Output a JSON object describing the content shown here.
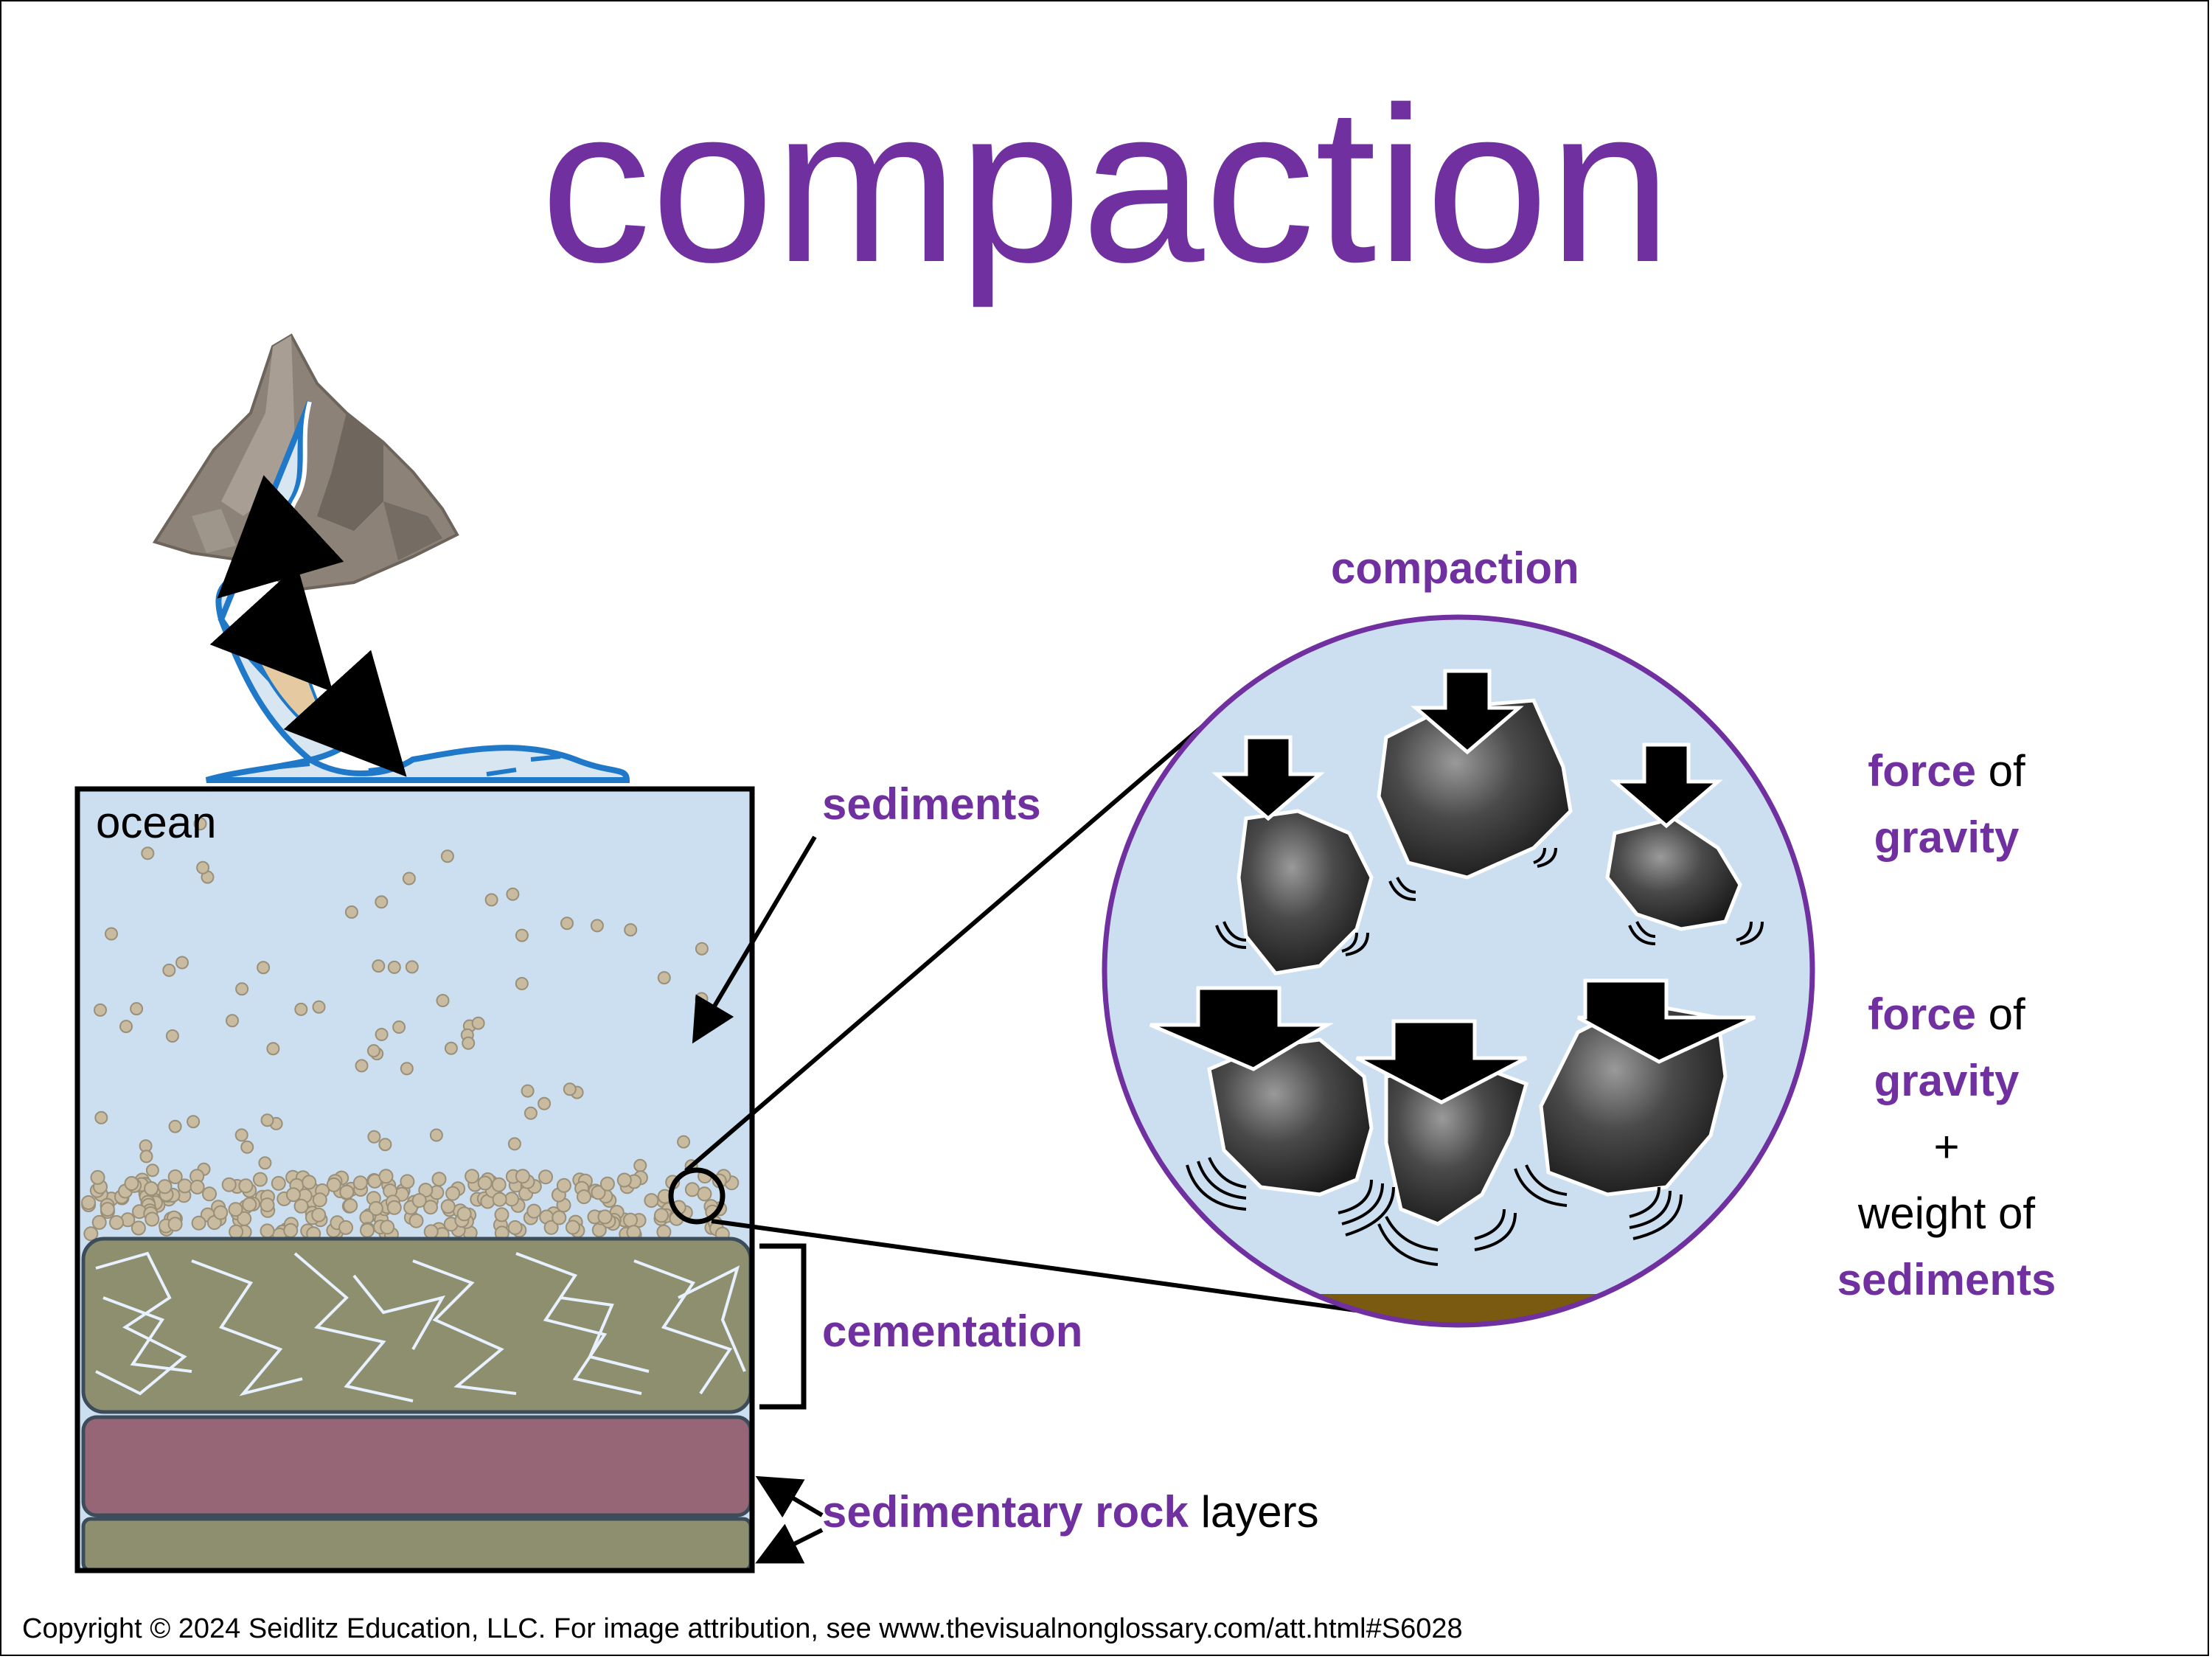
{
  "title": "compaction",
  "labels": {
    "ocean": "ocean",
    "sediments": "sediments",
    "cementation": "cementation",
    "sedimentary_rock": "sedimentary rock",
    "layers": "layers",
    "zoom_title": "compaction"
  },
  "side_text": {
    "force1_word": "force",
    "force1_of": "of",
    "gravity1": "gravity",
    "force2_word": "force",
    "force2_of": "of",
    "gravity2": "gravity",
    "plus": "+",
    "weight_of": "weight of",
    "sediments": "sediments"
  },
  "copyright": "Copyright © 2024 Seidlitz Education, LLC.  For image attribution, see www.thevisualnonglossary.com/att.html#S6028",
  "colors": {
    "title_purple": "#7030A0",
    "ocean": "#CCDFF0",
    "sediment_grain": "#C8BBA0",
    "cemented_layer": "#8D8F6E",
    "maroon_layer": "#966676",
    "mountain": "#8C8278",
    "river": "#1F78C8",
    "ground": "#7A5A10"
  },
  "icons": [
    "mountain-icon",
    "river-icon",
    "flow-arrow-icon",
    "rock-icon",
    "down-arrow-icon",
    "motion-lines-icon"
  ]
}
